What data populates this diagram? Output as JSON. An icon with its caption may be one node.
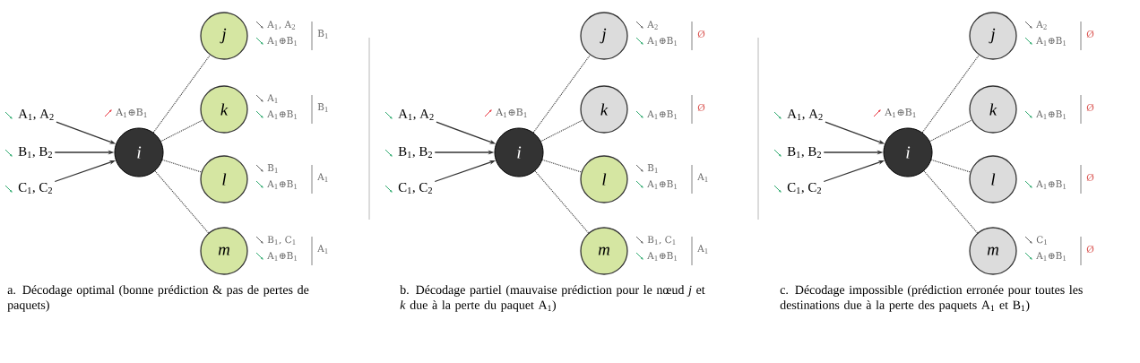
{
  "diagram": {
    "nodes": [
      {
        "text": [
          "A$_{1}$, A$_{2}$"
        ]
      },
      {
        "text": [
          "B$_{1}$, B$_{2}$"
        ]
      },
      {
        "text": [
          "C$_{1}$, C$_{2}$"
        ]
      },
      {
        "text": [
          "i"
        ],
        "beside": [
          "A$_{1}$⊕B$_{1}$"
        ]
      },
      {
        "text": [
          "j"
        ],
        "beside": [
          "A$_{1}$, A$_{2}$",
          "A$_{1}$⊕B$_{1}$",
          "B$_{1}$"
        ]
      },
      {
        "text": [
          "k"
        ],
        "beside": [
          "A$_{1}$",
          "A$_{1}$⊕B$_{1}$",
          "B$_{1}$"
        ]
      },
      {
        "text": [
          "l"
        ],
        "beside": [
          "B$_{1}$",
          "A$_{1}$⊕B$_{1}$",
          "A$_{1}$"
        ]
      },
      {
        "text": [
          "m"
        ],
        "beside": [
          "B$_{1}$, C$_{1}$",
          "A$_{1}$⊕B$_{1}$",
          "A$_{1}$"
        ]
      },
      {
        "text": [
          "A$_{1}$, A$_{2}$"
        ]
      },
      {
        "text": [
          "B$_{1}$, B$_{2}$"
        ]
      },
      {
        "text": [
          "C$_{1}$, C$_{2}$"
        ]
      },
      {
        "text": [
          "i"
        ],
        "beside": [
          "A$_{1}$⊕B$_{1}$"
        ]
      },
      {
        "text": [
          "j"
        ],
        "beside": [
          "A$_{2}$",
          "A$_{1}$⊕B$_{1}$",
          "Ø"
        ]
      },
      {
        "text": [
          "k"
        ],
        "beside": [
          "A$_{1}$⊕B$_{1}$",
          "Ø"
        ]
      },
      {
        "text": [
          "l"
        ],
        "beside": [
          "B$_{1}$",
          "A$_{1}$⊕B$_{1}$",
          "A$_{1}$"
        ]
      },
      {
        "text": [
          "m"
        ],
        "beside": [
          "B$_{1}$, C$_{1}$",
          "A$_{1}$⊕B$_{1}$",
          "A$_{1}$"
        ]
      },
      {
        "text": [
          "A$_{1}$, A$_{2}$"
        ]
      },
      {
        "text": [
          "B$_{1}$, B$_{2}$"
        ]
      },
      {
        "text": [
          "C$_{1}$, C$_{2}$"
        ]
      },
      {
        "text": [
          "i"
        ],
        "beside": [
          "A$_{1}$⊕B$_{1}$"
        ]
      },
      {
        "text": [
          "j"
        ],
        "beside": [
          "A$_{2}$",
          "A$_{1}$⊕B$_{1}$",
          "Ø"
        ]
      },
      {
        "text": [
          "k"
        ],
        "beside": [
          "A$_{1}$⊕B$_{1}$",
          "Ø"
        ]
      },
      {
        "text": [
          "l"
        ],
        "beside": [
          "A$_{1}$⊕B$_{1}$",
          "Ø"
        ]
      },
      {
        "text": [
          "m"
        ],
        "beside": [
          "C$_{1}$",
          "A$_{1}$⊕B$_{1}$",
          "Ø"
        ]
      }
    ],
    "edges": [
      {
        "from": 0,
        "to": 3,
        "arrow": "to"
      },
      {
        "from": 1,
        "to": 3,
        "arrow": "to"
      },
      {
        "from": 2,
        "to": 3,
        "arrow": "to"
      },
      {
        "from": 3,
        "to": 4,
        "arrow": "none",
        "style": "dashed"
      },
      {
        "from": 3,
        "to": 5,
        "arrow": "none",
        "style": "dashed"
      },
      {
        "from": 3,
        "to": 6,
        "arrow": "none",
        "style": "dashed"
      },
      {
        "from": 3,
        "to": 7,
        "arrow": "none",
        "style": "dashed"
      },
      {
        "from": 8,
        "to": 11,
        "arrow": "to"
      },
      {
        "from": 9,
        "to": 11,
        "arrow": "to"
      },
      {
        "from": 10,
        "to": 11,
        "arrow": "to"
      },
      {
        "from": 11,
        "to": 12,
        "arrow": "none",
        "style": "dashed"
      },
      {
        "from": 11,
        "to": 13,
        "arrow": "none",
        "style": "dashed"
      },
      {
        "from": 11,
        "to": 14,
        "arrow": "none",
        "style": "dashed"
      },
      {
        "from": 11,
        "to": 15,
        "arrow": "none",
        "style": "dashed"
      },
      {
        "from": 16,
        "to": 19,
        "arrow": "to"
      },
      {
        "from": 17,
        "to": 19,
        "arrow": "to"
      },
      {
        "from": 18,
        "to": 19,
        "arrow": "to"
      },
      {
        "from": 19,
        "to": 20,
        "arrow": "none",
        "style": "dashed"
      },
      {
        "from": 19,
        "to": 21,
        "arrow": "none",
        "style": "dashed"
      },
      {
        "from": 19,
        "to": 22,
        "arrow": "none",
        "style": "dashed"
      },
      {
        "from": 19,
        "to": 23,
        "arrow": "none",
        "style": "dashed"
      }
    ],
    "labels": [
      "a. Décodage optimal (bonne prédiction & pas de pertes de paquets)",
      "b. Décodage partiel (mauvaise prédiction pour le nœud *j* et *k* due à la perte du paquet A$_{1}$)",
      "c. Décodage impossible (prédiction erronée pour toutes les destinations due à la perte des paquets A$_{1}$ et B$_{1}$)"
    ]
  }
}
